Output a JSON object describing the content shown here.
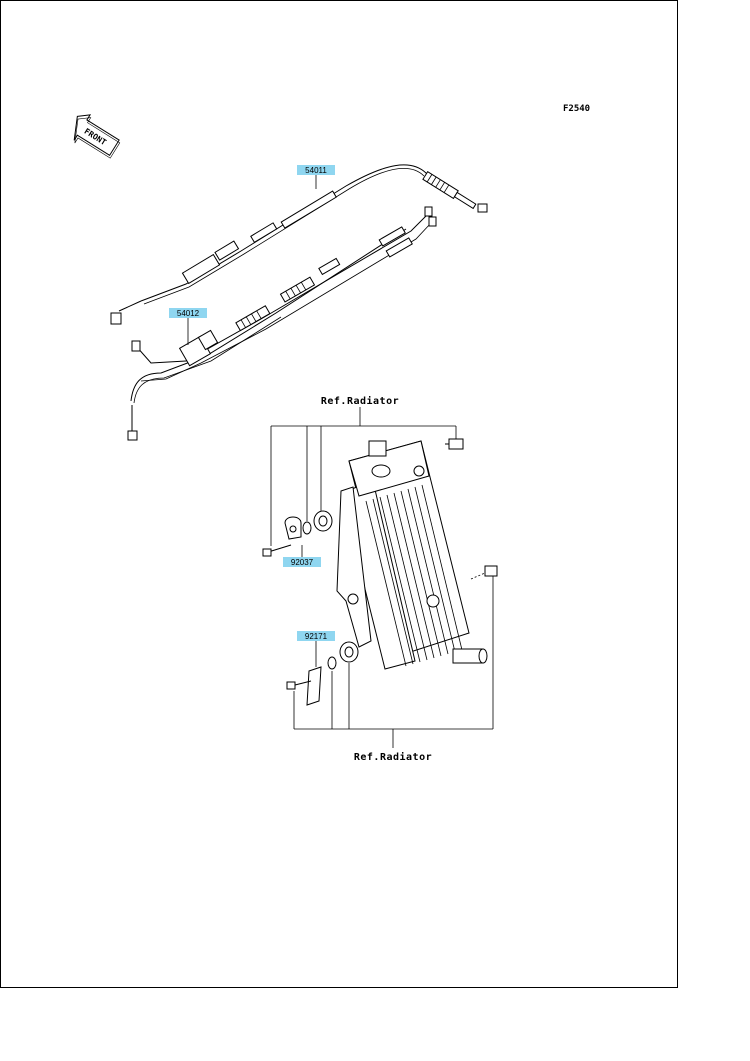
{
  "figure_code": "F2540",
  "front_label": "FRONT",
  "ref_labels": {
    "top": "Ref.Radiator",
    "bottom": "Ref.Radiator"
  },
  "parts": [
    {
      "number": "54011"
    },
    {
      "number": "54012"
    },
    {
      "number": "92037"
    },
    {
      "number": "92171"
    }
  ],
  "label_color": "#8fd6f0"
}
